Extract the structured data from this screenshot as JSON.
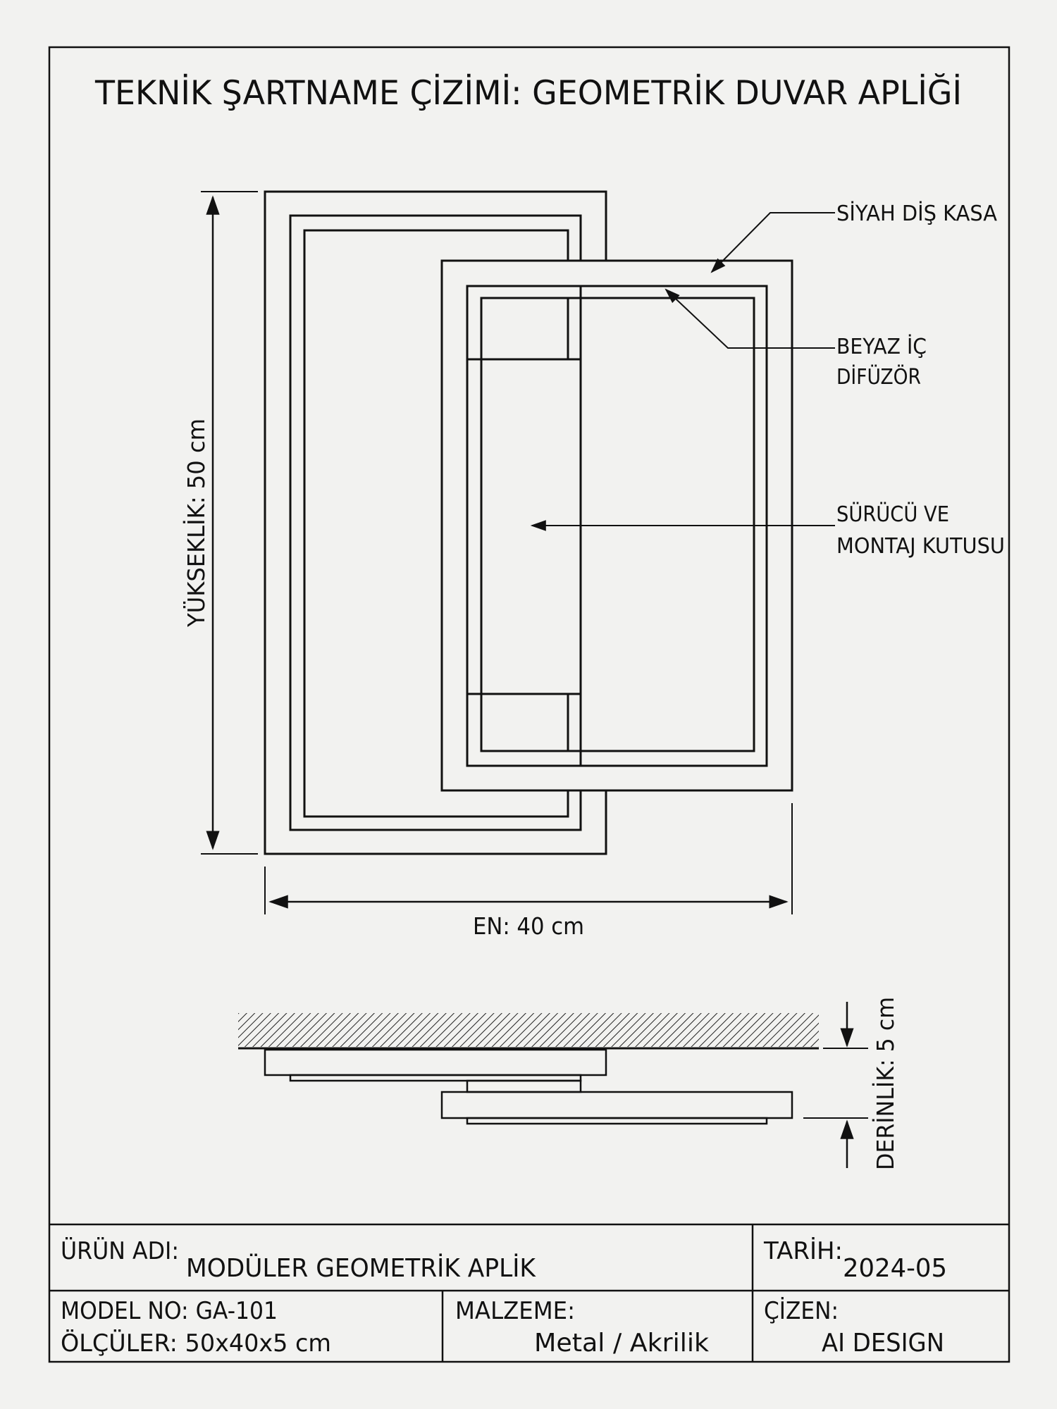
{
  "title": "TEKNİK ŞARTNAME ÇİZİMİ: GEOMETRİK DUVAR APLİĞİ",
  "callouts": {
    "outer_frame": "SİYAH DİŞ KASA",
    "inner_diffuser_1": "BEYAZ İÇ",
    "inner_diffuser_2": "DİFÜZÖR",
    "driver_box_1": "SÜRÜCÜ VE",
    "driver_box_2": "MONTAJ KUTUSU"
  },
  "dimensions": {
    "height": "YÜKSEKLİK: 50 cm",
    "width": "EN: 40 cm",
    "depth": "DERİNLİK: 5 cm"
  },
  "title_block": {
    "product_label": "ÜRÜN ADI:",
    "product_value": "MODÜLER GEOMETRİK APLİK",
    "date_label": "TARİH:",
    "date_value": "2024-05",
    "model": "MODEL NO: GA-101",
    "size": "ÖLÇÜLER: 50x40x5 cm",
    "material_label": "MALZEME:",
    "material_value": "Metal / Akrilik",
    "drawn_label": "ÇİZEN:",
    "drawn_value": "AI DESIGN"
  }
}
